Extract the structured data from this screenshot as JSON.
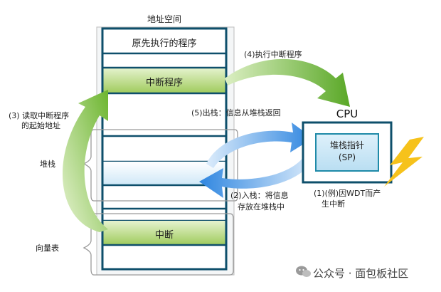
{
  "title": "地址空间",
  "memory": {
    "original_program": "原先执行的程序",
    "isr": "中断程序",
    "vector": "中断"
  },
  "labels": {
    "stack": "堆栈",
    "vector_table": "向量表",
    "read_isr_line1": "(3) 读取中断程序",
    "read_isr_line2": "的起始地址",
    "execute_isr": "(4)执行中断程序",
    "pop": "(5)出栈：信息从堆栈返回",
    "push_line1": "(2)入栈：将信息",
    "push_line2": "存放在堆栈中",
    "wdt_line1": "(1)(例)因WDT而产",
    "wdt_line2": "生中断"
  },
  "cpu": {
    "title": "CPU",
    "sp_line1": "堆栈指针",
    "sp_line2": "(SP)"
  },
  "watermark": "公众号 · 面包板社区",
  "colors": {
    "frame_dark": "#0e4f6b",
    "frame_teal": "#1f8aa8",
    "blue_band": "#d8eef9",
    "green_band": "#c7e296",
    "green_arrow": "#7dc33c",
    "blue_arrow": "#3d8fe4",
    "lightning": "#f6c21b"
  }
}
